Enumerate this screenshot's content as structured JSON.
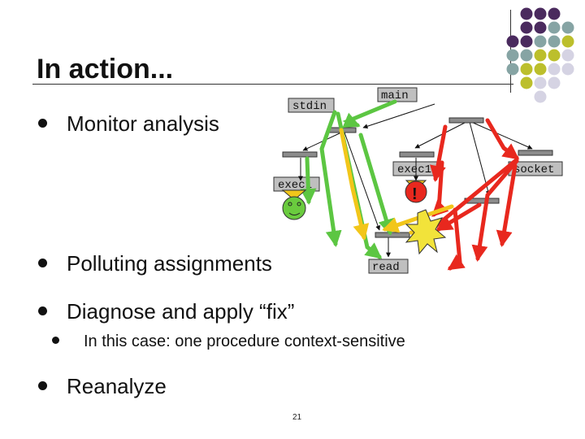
{
  "slide": {
    "title": "In action...",
    "bullets": [
      "Monitor analysis",
      "Polluting assignments",
      "Diagnose and apply “fix”",
      "Reanalyze"
    ],
    "sub_bullet": "In this case: one procedure context-sensitive",
    "page_number": "21"
  },
  "diagram": {
    "labels": {
      "main": "main",
      "stdin": "stdin",
      "exec1_right": "exec1",
      "exec1_left": "exec1",
      "socket": "socket",
      "read": "read",
      "warning_mark": "!"
    },
    "colors": {
      "green": "#5cc642",
      "red": "#e8281e",
      "yellow": "#f2c61a",
      "node_gray": "#8c8c8c",
      "label_gray": "#bfbfbf",
      "purple": "#4a2a5e",
      "teal": "#86a4a4",
      "olive": "#bcbf2c",
      "lavender": "#d5d3e3"
    }
  }
}
